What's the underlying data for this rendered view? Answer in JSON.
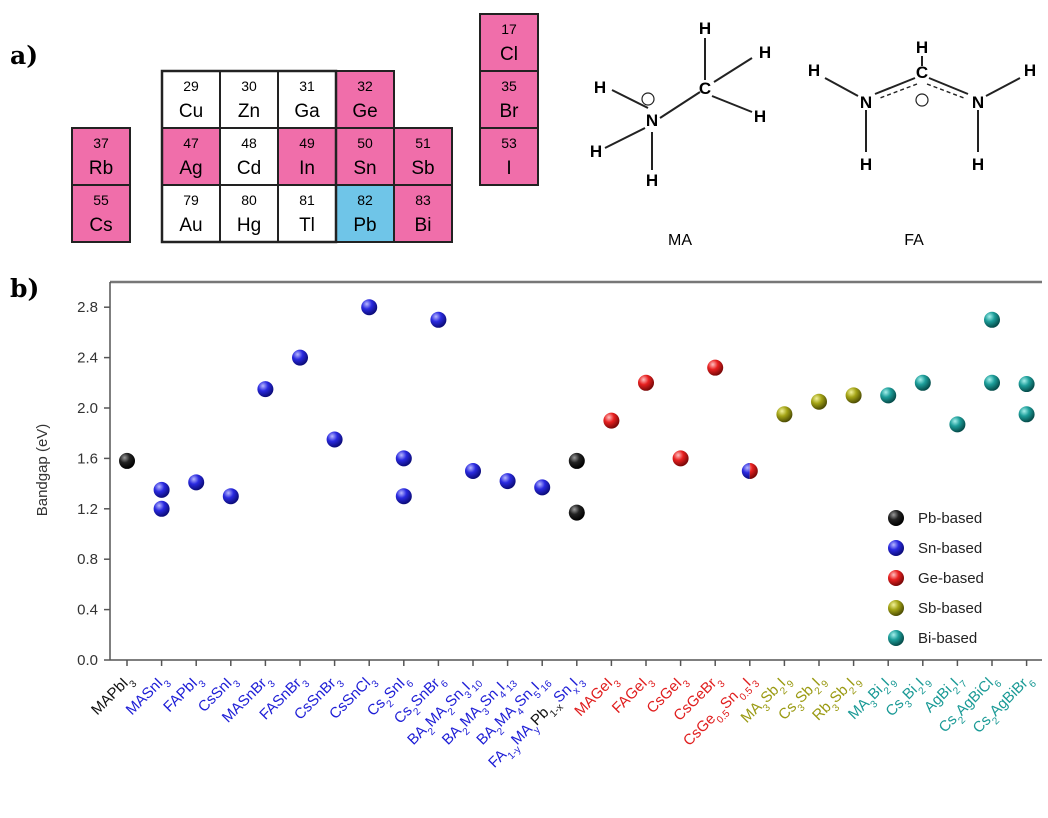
{
  "panel_a_label": "a)",
  "panel_b_label": "b)",
  "periodic_cells": [
    {
      "num": "17",
      "sym": "Cl",
      "row": 0,
      "col": 7,
      "hl": "pink"
    },
    {
      "num": "35",
      "sym": "Br",
      "row": 1,
      "col": 7,
      "hl": "pink"
    },
    {
      "num": "53",
      "sym": "I",
      "row": 2,
      "col": 7,
      "hl": "pink"
    },
    {
      "num": "29",
      "sym": "Cu",
      "row": 1,
      "col": 2,
      "hl": "white"
    },
    {
      "num": "30",
      "sym": "Zn",
      "row": 1,
      "col": 3,
      "hl": "white"
    },
    {
      "num": "31",
      "sym": "Ga",
      "row": 1,
      "col": 4,
      "hl": "white"
    },
    {
      "num": "32",
      "sym": "Ge",
      "row": 1,
      "col": 5,
      "hl": "pink"
    },
    {
      "num": "37",
      "sym": "Rb",
      "row": 2,
      "col": 0,
      "hl": "pink"
    },
    {
      "num": "47",
      "sym": "Ag",
      "row": 2,
      "col": 2,
      "hl": "pink"
    },
    {
      "num": "48",
      "sym": "Cd",
      "row": 2,
      "col": 3,
      "hl": "white"
    },
    {
      "num": "49",
      "sym": "In",
      "row": 2,
      "col": 4,
      "hl": "pink"
    },
    {
      "num": "50",
      "sym": "Sn",
      "row": 2,
      "col": 5,
      "hl": "pink"
    },
    {
      "num": "51",
      "sym": "Sb",
      "row": 2,
      "col": 6,
      "hl": "pink"
    },
    {
      "num": "55",
      "sym": "Cs",
      "row": 3,
      "col": 0,
      "hl": "pink"
    },
    {
      "num": "79",
      "sym": "Au",
      "row": 3,
      "col": 2,
      "hl": "white"
    },
    {
      "num": "80",
      "sym": "Hg",
      "row": 3,
      "col": 3,
      "hl": "white"
    },
    {
      "num": "81",
      "sym": "Tl",
      "row": 3,
      "col": 4,
      "hl": "white"
    },
    {
      "num": "82",
      "sym": "Pb",
      "row": 3,
      "col": 5,
      "hl": "blue"
    },
    {
      "num": "83",
      "sym": "Bi",
      "row": 3,
      "col": 6,
      "hl": "pink"
    }
  ],
  "molecules": {
    "ma": {
      "name": "MA",
      "atoms": {
        "c": "C",
        "n": "N",
        "h": "H"
      },
      "charge": "⊕"
    },
    "fa": {
      "name": "FA",
      "atoms": {
        "c": "C",
        "n": "N",
        "h": "H"
      },
      "charge": "⊕"
    }
  },
  "colors": {
    "pink": "#f06eaa",
    "light_blue": "#6fc5e8",
    "Pb": "#111111",
    "Sn": "#1d1dd6",
    "Ge": "#e01e1e",
    "Sb": "#9a9a12",
    "Bi": "#1a9a96"
  },
  "chart_data": {
    "type": "scatter",
    "ylabel": "Bandgap (eV)",
    "ylim": [
      0.0,
      3.0
    ],
    "yticks": [
      "0.0",
      "0.4",
      "0.8",
      "1.2",
      "1.6",
      "2.0",
      "2.4",
      "2.8"
    ],
    "legend_position": "bottom-right",
    "legend": [
      {
        "label": "Pb-based",
        "group": "Pb"
      },
      {
        "label": "Sn-based",
        "group": "Sn"
      },
      {
        "label": "Ge-based",
        "group": "Ge"
      },
      {
        "label": "Sb-based",
        "group": "Sb"
      },
      {
        "label": "Bi-based",
        "group": "Bi"
      }
    ],
    "categories": [
      {
        "parts": [
          [
            "MAPbI",
            "n"
          ],
          [
            "3",
            "s"
          ]
        ],
        "group": "Pb"
      },
      {
        "parts": [
          [
            "MASnI",
            "n"
          ],
          [
            "3",
            "s"
          ]
        ],
        "group": "Sn"
      },
      {
        "parts": [
          [
            "FAPbI",
            "n"
          ],
          [
            "3",
            "s"
          ]
        ],
        "group": "Sn"
      },
      {
        "parts": [
          [
            "CsSnI",
            "n"
          ],
          [
            "3",
            "s"
          ]
        ],
        "group": "Sn"
      },
      {
        "parts": [
          [
            "MASnBr",
            "n"
          ],
          [
            "3",
            "s"
          ]
        ],
        "group": "Sn"
      },
      {
        "parts": [
          [
            "FASnBr",
            "n"
          ],
          [
            "3",
            "s"
          ]
        ],
        "group": "Sn"
      },
      {
        "parts": [
          [
            "CsSnBr",
            "n"
          ],
          [
            "3",
            "s"
          ]
        ],
        "group": "Sn"
      },
      {
        "parts": [
          [
            "CsSnCl",
            "n"
          ],
          [
            "3",
            "s"
          ]
        ],
        "group": "Sn"
      },
      {
        "parts": [
          [
            "Cs",
            "n"
          ],
          [
            "2",
            "s"
          ],
          [
            "SnI",
            "n"
          ],
          [
            "6",
            "s"
          ]
        ],
        "group": "Sn"
      },
      {
        "parts": [
          [
            "Cs",
            "n"
          ],
          [
            "2",
            "s"
          ],
          [
            "SnBr",
            "n"
          ],
          [
            "6",
            "s"
          ]
        ],
        "group": "Sn"
      },
      {
        "parts": [
          [
            "BA",
            "n"
          ],
          [
            "2",
            "s"
          ],
          [
            "MA",
            "n"
          ],
          [
            "2",
            "s"
          ],
          [
            "Sn",
            "n"
          ],
          [
            "3",
            "s"
          ],
          [
            "I",
            "n"
          ],
          [
            "10",
            "s"
          ]
        ],
        "group": "Sn"
      },
      {
        "parts": [
          [
            "BA",
            "n"
          ],
          [
            "2",
            "s"
          ],
          [
            "MA",
            "n"
          ],
          [
            "3",
            "s"
          ],
          [
            "Sn",
            "n"
          ],
          [
            "4",
            "s"
          ],
          [
            "I",
            "n"
          ],
          [
            "13",
            "s"
          ]
        ],
        "group": "Sn"
      },
      {
        "parts": [
          [
            "BA",
            "n"
          ],
          [
            "2",
            "s"
          ],
          [
            "MA",
            "n"
          ],
          [
            "4",
            "s"
          ],
          [
            "Sn",
            "n"
          ],
          [
            "5",
            "s"
          ],
          [
            "I",
            "n"
          ],
          [
            "16",
            "s"
          ]
        ],
        "group": "Sn"
      },
      {
        "parts": [
          [
            "FA",
            "n"
          ],
          [
            "1-y",
            "s"
          ],
          [
            "MA",
            "n"
          ],
          [
            "y",
            "s"
          ],
          [
            "Pb",
            "n",
            "#111111"
          ],
          [
            "1-x",
            "s",
            "#111111"
          ],
          [
            "Sn",
            "n"
          ],
          [
            "x",
            "s"
          ],
          [
            "I",
            "n"
          ],
          [
            "3",
            "s"
          ]
        ],
        "group": "Sn"
      },
      {
        "parts": [
          [
            "MAGeI",
            "n"
          ],
          [
            "3",
            "s"
          ]
        ],
        "group": "Ge"
      },
      {
        "parts": [
          [
            "FAGeI",
            "n"
          ],
          [
            "3",
            "s"
          ]
        ],
        "group": "Ge"
      },
      {
        "parts": [
          [
            "CsGeI",
            "n"
          ],
          [
            "3",
            "s"
          ]
        ],
        "group": "Ge"
      },
      {
        "parts": [
          [
            "CsGeBr",
            "n"
          ],
          [
            "3",
            "s"
          ]
        ],
        "group": "Ge"
      },
      {
        "parts": [
          [
            "CsGe",
            "n"
          ],
          [
            "0.5",
            "s"
          ],
          [
            "Sn",
            "n"
          ],
          [
            "0.5",
            "s"
          ],
          [
            "I",
            "n"
          ],
          [
            "3",
            "s"
          ]
        ],
        "group": "Ge"
      },
      {
        "parts": [
          [
            "MA",
            "n"
          ],
          [
            "3",
            "s"
          ],
          [
            "Sb",
            "n"
          ],
          [
            "2",
            "s"
          ],
          [
            "I",
            "n"
          ],
          [
            "9",
            "s"
          ]
        ],
        "group": "Sb"
      },
      {
        "parts": [
          [
            "Cs",
            "n"
          ],
          [
            "3",
            "s"
          ],
          [
            "Sb",
            "n"
          ],
          [
            "2",
            "s"
          ],
          [
            "I",
            "n"
          ],
          [
            "9",
            "s"
          ]
        ],
        "group": "Sb"
      },
      {
        "parts": [
          [
            "Rb",
            "n"
          ],
          [
            "3",
            "s"
          ],
          [
            "Sb",
            "n"
          ],
          [
            "2",
            "s"
          ],
          [
            "I",
            "n"
          ],
          [
            "9",
            "s"
          ]
        ],
        "group": "Sb"
      },
      {
        "parts": [
          [
            "MA",
            "n"
          ],
          [
            "3",
            "s"
          ],
          [
            "Bi",
            "n"
          ],
          [
            "2",
            "s"
          ],
          [
            "I",
            "n"
          ],
          [
            "9",
            "s"
          ]
        ],
        "group": "Bi"
      },
      {
        "parts": [
          [
            "Cs",
            "n"
          ],
          [
            "3",
            "s"
          ],
          [
            "Bi",
            "n"
          ],
          [
            "2",
            "s"
          ],
          [
            "I",
            "n"
          ],
          [
            "9",
            "s"
          ]
        ],
        "group": "Bi"
      },
      {
        "parts": [
          [
            "AgBi",
            "n"
          ],
          [
            "2",
            "s"
          ],
          [
            "I",
            "n"
          ],
          [
            "7",
            "s"
          ]
        ],
        "group": "Bi"
      },
      {
        "parts": [
          [
            "Cs",
            "n"
          ],
          [
            "2",
            "s"
          ],
          [
            "AgBiCl",
            "n"
          ],
          [
            "6",
            "s"
          ]
        ],
        "group": "Bi"
      },
      {
        "parts": [
          [
            "Cs",
            "n"
          ],
          [
            "2",
            "s"
          ],
          [
            "AgBiBr",
            "n"
          ],
          [
            "6",
            "s"
          ]
        ],
        "group": "Bi"
      }
    ],
    "points": [
      {
        "cat": 0,
        "y": 1.58,
        "group": "Pb"
      },
      {
        "cat": 1,
        "y": 1.35,
        "group": "Sn"
      },
      {
        "cat": 1,
        "y": 1.2,
        "group": "Sn"
      },
      {
        "cat": 2,
        "y": 1.41,
        "group": "Sn"
      },
      {
        "cat": 3,
        "y": 1.3,
        "group": "Sn"
      },
      {
        "cat": 4,
        "y": 2.15,
        "group": "Sn"
      },
      {
        "cat": 5,
        "y": 2.4,
        "group": "Sn"
      },
      {
        "cat": 6,
        "y": 1.75,
        "group": "Sn"
      },
      {
        "cat": 7,
        "y": 2.8,
        "group": "Sn"
      },
      {
        "cat": 8,
        "y": 1.6,
        "group": "Sn"
      },
      {
        "cat": 8,
        "y": 1.3,
        "group": "Sn"
      },
      {
        "cat": 9,
        "y": 2.7,
        "group": "Sn"
      },
      {
        "cat": 10,
        "y": 1.5,
        "group": "Sn"
      },
      {
        "cat": 11,
        "y": 1.42,
        "group": "Sn"
      },
      {
        "cat": 12,
        "y": 1.37,
        "group": "Sn"
      },
      {
        "cat": 13,
        "y": 1.58,
        "group": "Pb"
      },
      {
        "cat": 13,
        "y": 1.17,
        "group": "Pb"
      },
      {
        "cat": 14,
        "y": 1.9,
        "group": "Ge"
      },
      {
        "cat": 15,
        "y": 2.2,
        "group": "Ge"
      },
      {
        "cat": 16,
        "y": 1.6,
        "group": "Ge"
      },
      {
        "cat": 17,
        "y": 2.32,
        "group": "Ge"
      },
      {
        "cat": 18,
        "y": 1.5,
        "group": "GeSn"
      },
      {
        "cat": 19,
        "y": 1.95,
        "group": "Sb"
      },
      {
        "cat": 20,
        "y": 2.05,
        "group": "Sb"
      },
      {
        "cat": 21,
        "y": 2.1,
        "group": "Sb"
      },
      {
        "cat": 22,
        "y": 2.1,
        "group": "Bi"
      },
      {
        "cat": 23,
        "y": 2.2,
        "group": "Bi"
      },
      {
        "cat": 24,
        "y": 1.87,
        "group": "Bi"
      },
      {
        "cat": 25,
        "y": 2.7,
        "group": "Bi"
      },
      {
        "cat": 25,
        "y": 2.2,
        "group": "Bi"
      },
      {
        "cat": 26,
        "y": 2.19,
        "group": "Bi"
      },
      {
        "cat": 26,
        "y": 1.95,
        "group": "Bi"
      }
    ]
  }
}
